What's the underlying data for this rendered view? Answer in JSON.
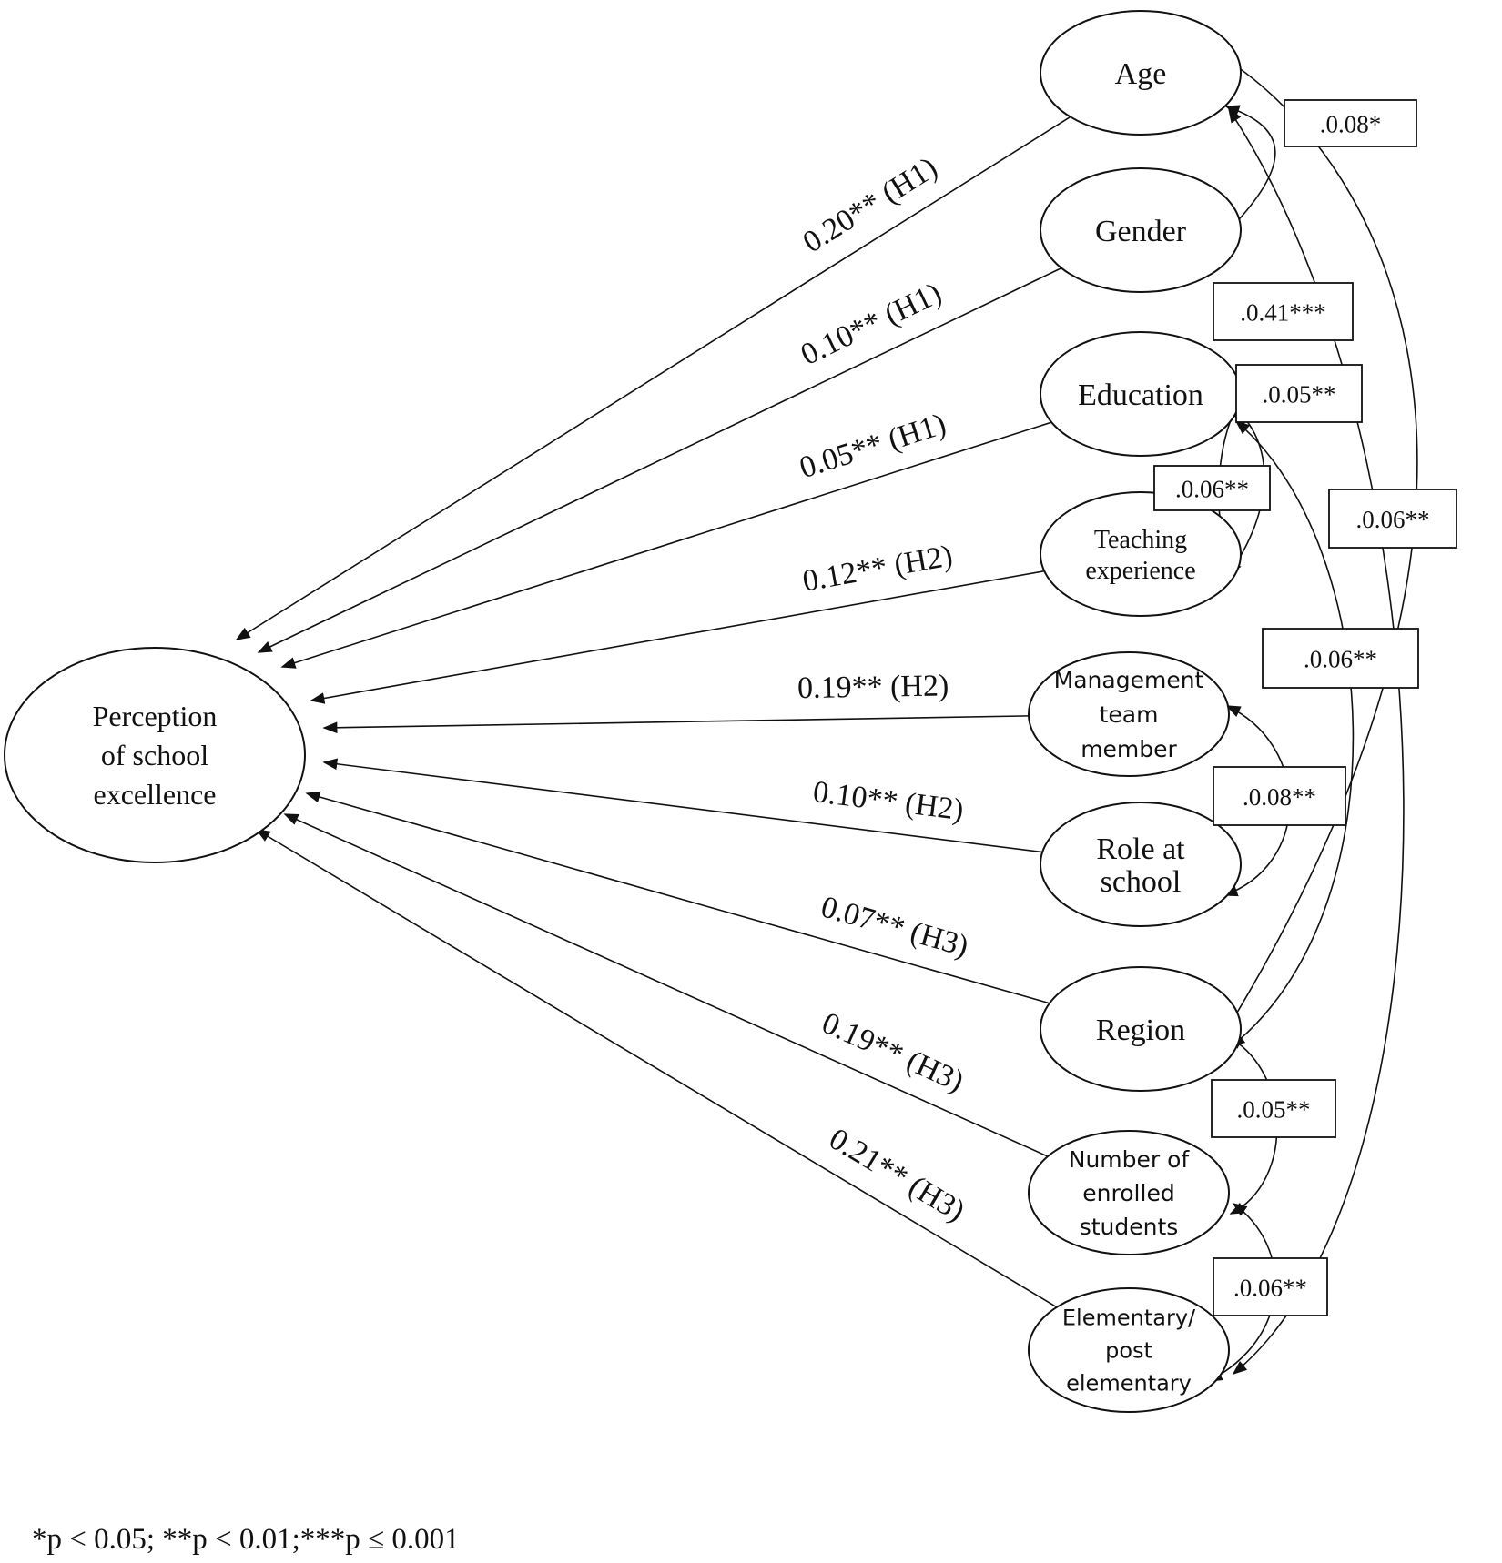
{
  "outcome": {
    "key": "perception",
    "lines": [
      "Perception",
      "of school",
      "excellence"
    ]
  },
  "predictors": [
    {
      "key": "age",
      "lines": [
        "Age"
      ]
    },
    {
      "key": "gender",
      "lines": [
        "Gender"
      ]
    },
    {
      "key": "education",
      "lines": [
        "Education"
      ]
    },
    {
      "key": "teaching",
      "lines": [
        "Teaching",
        "experience"
      ]
    },
    {
      "key": "management",
      "lines": [
        "Management",
        "team",
        "member"
      ]
    },
    {
      "key": "role",
      "lines": [
        "Role at",
        "school"
      ]
    },
    {
      "key": "region",
      "lines": [
        "Region"
      ]
    },
    {
      "key": "enrolled",
      "lines": [
        "Number of",
        "enrolled",
        "students"
      ]
    },
    {
      "key": "elementary",
      "lines": [
        "Elementary/",
        "post",
        "elementary"
      ]
    }
  ],
  "paths": [
    {
      "from": "age",
      "to": "perception",
      "coefficient": "0.20**",
      "hypothesis": "(H1)",
      "label": "0.20** (H1)"
    },
    {
      "from": "gender",
      "to": "perception",
      "coefficient": "0.10**",
      "hypothesis": "(H1)",
      "label": "0.10** (H1)"
    },
    {
      "from": "education",
      "to": "perception",
      "coefficient": "0.05**",
      "hypothesis": "(H1)",
      "label": "0.05** (H1)"
    },
    {
      "from": "teaching",
      "to": "perception",
      "coefficient": "0.12**",
      "hypothesis": "(H2)",
      "label": "0.12** (H2)"
    },
    {
      "from": "management",
      "to": "perception",
      "coefficient": "0.19**",
      "hypothesis": "(H2)",
      "label": "0.19** (H2)"
    },
    {
      "from": "role",
      "to": "perception",
      "coefficient": "0.10**",
      "hypothesis": "(H2)",
      "label": "0.10** (H2)"
    },
    {
      "from": "region",
      "to": "perception",
      "coefficient": "0.07**",
      "hypothesis": "(H3)",
      "label": "0.07** (H3)"
    },
    {
      "from": "enrolled",
      "to": "perception",
      "coefficient": "0.19**",
      "hypothesis": "(H3)",
      "label": "0.19** (H3)"
    },
    {
      "from": "elementary",
      "to": "perception",
      "coefficient": "0.21**",
      "hypothesis": "(H3)",
      "label": "0.21** (H3)"
    }
  ],
  "covariances": [
    {
      "a": "age",
      "b": "region",
      "value": ".0.08*"
    },
    {
      "a": "gender",
      "b": "age",
      "value": ".0.41***"
    },
    {
      "a": "education",
      "b": "teaching",
      "value": ".0.05**"
    },
    {
      "a": "education",
      "b": "teaching",
      "value": ".0.06**"
    },
    {
      "a": "age",
      "b": "elementary",
      "value": ".0.06**"
    },
    {
      "a": "education",
      "b": "region",
      "value": ".0.06**"
    },
    {
      "a": "management",
      "b": "role",
      "value": ".0.08**"
    },
    {
      "a": "region",
      "b": "enrolled",
      "value": ".0.05**"
    },
    {
      "a": "enrolled",
      "b": "elementary",
      "value": ".0.06**"
    }
  ],
  "footnote": "*p < 0.05; **p < 0.01;***p ≤ 0.001"
}
